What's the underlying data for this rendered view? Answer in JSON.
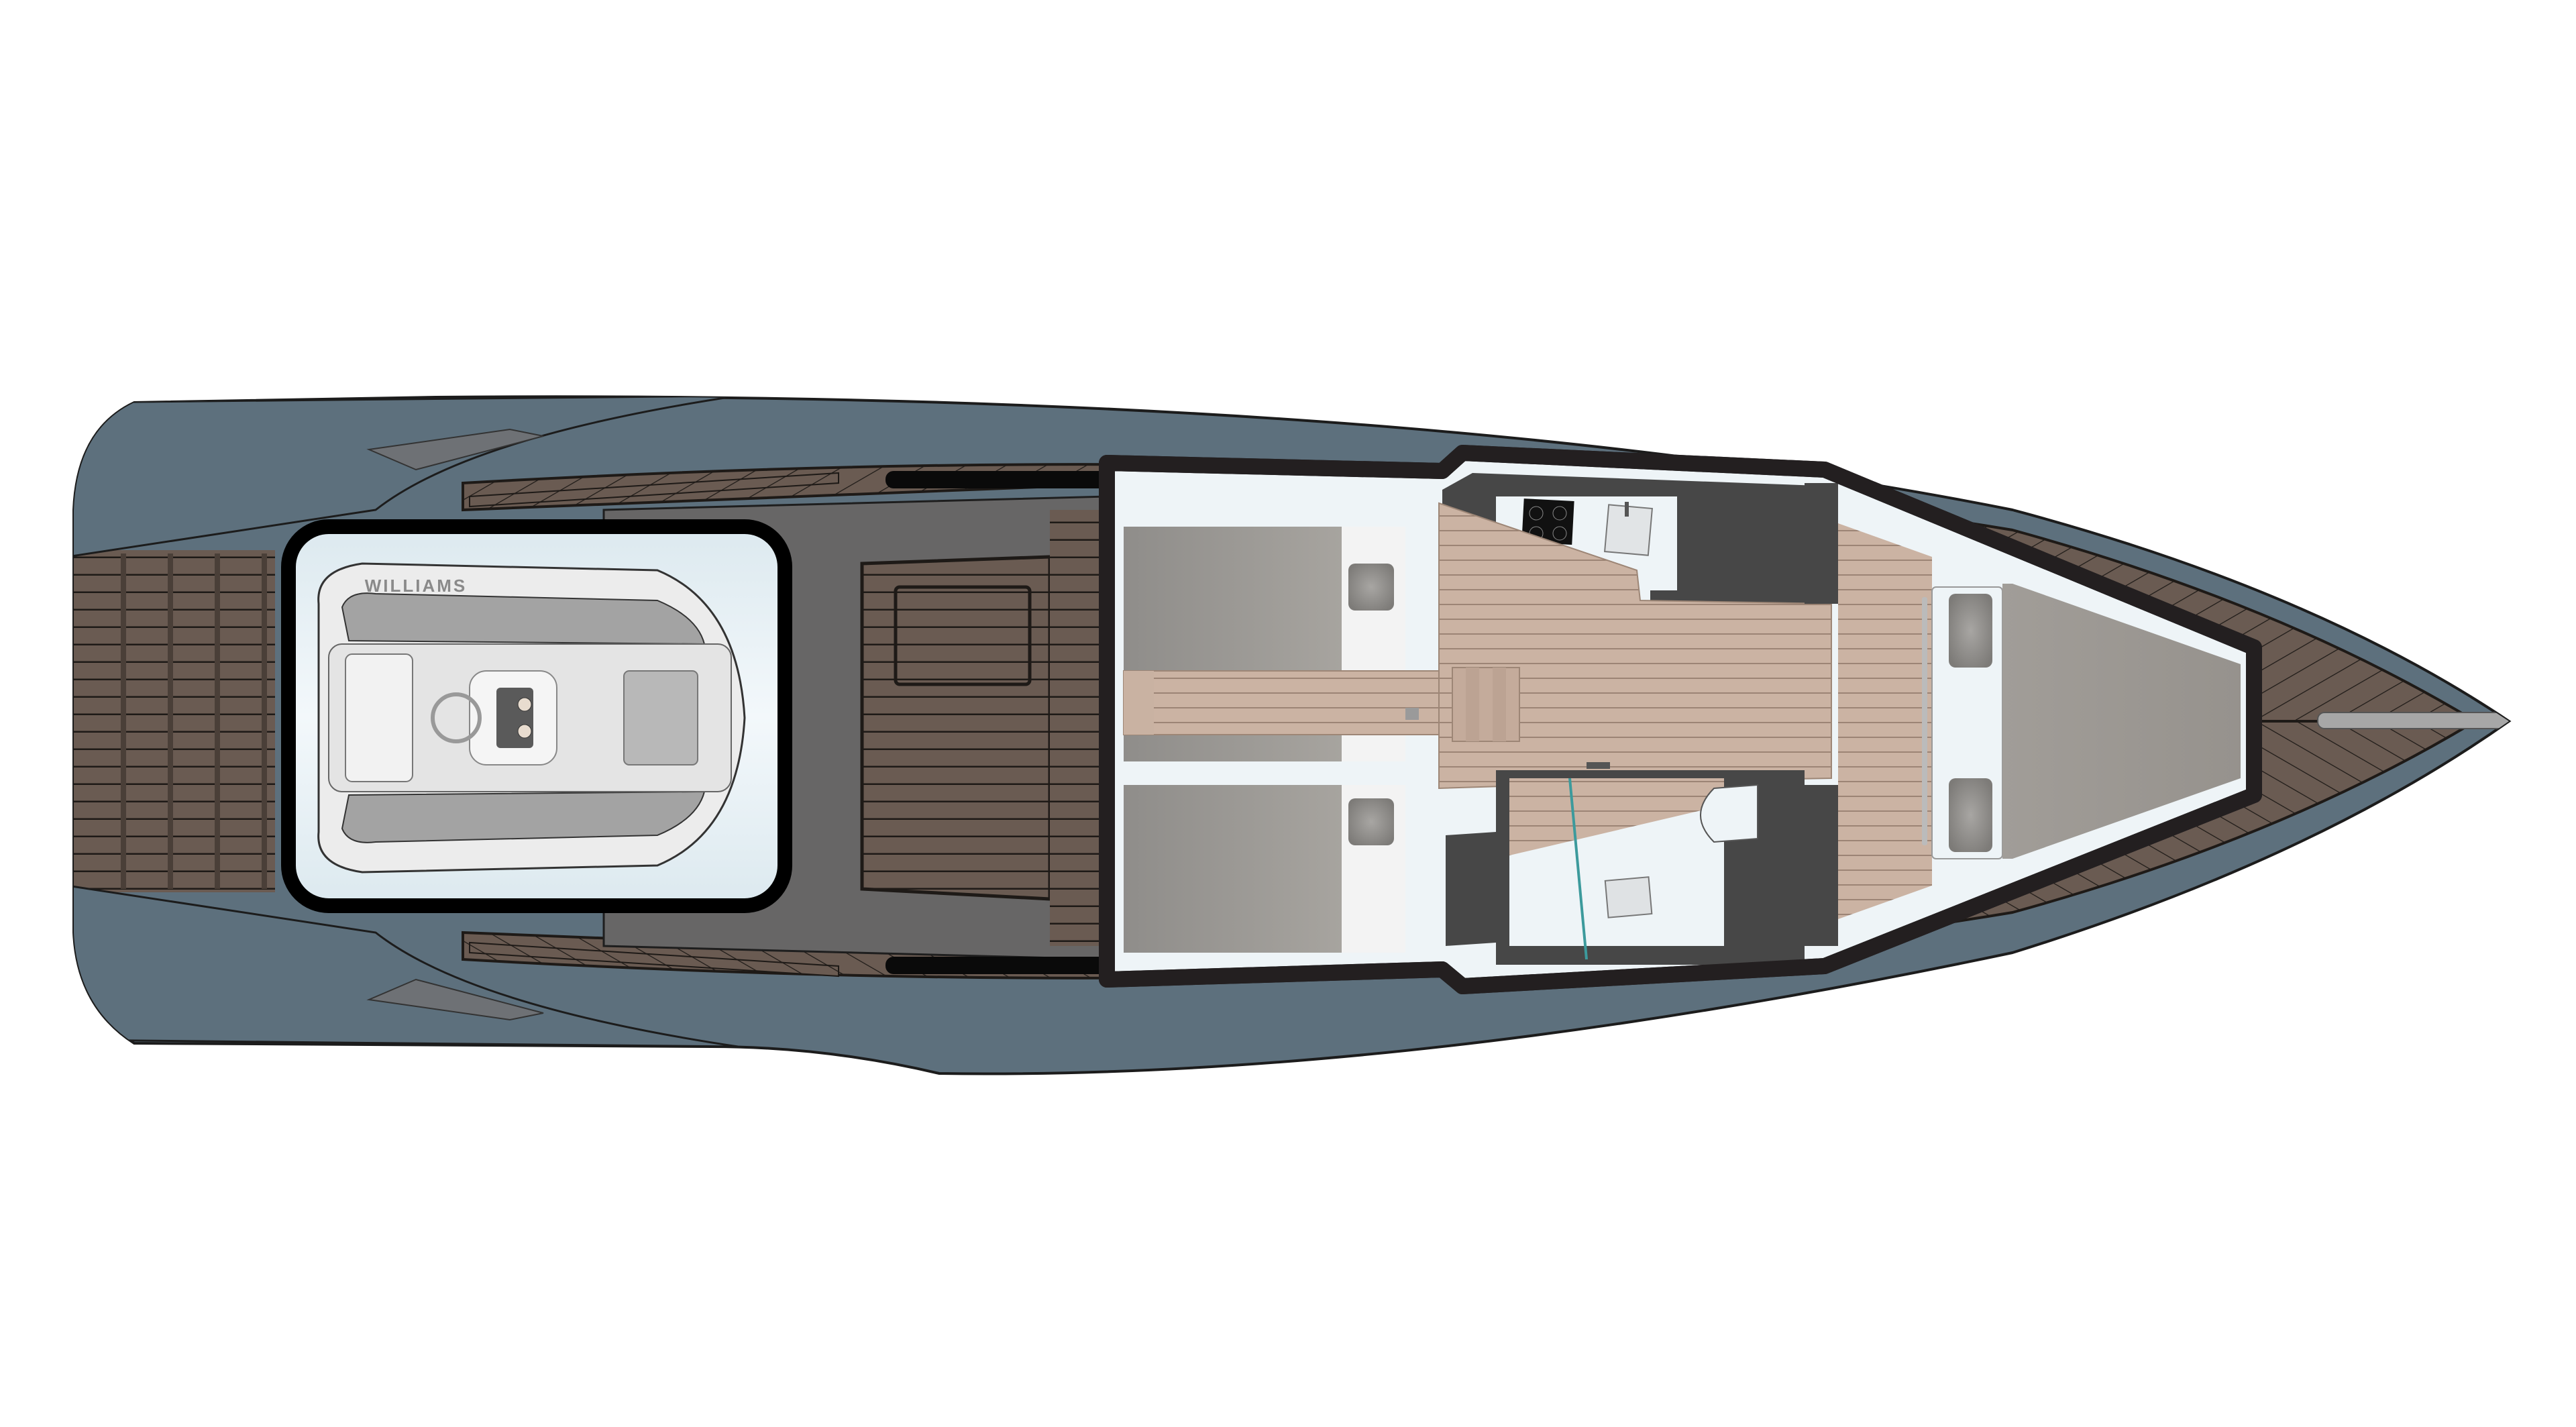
{
  "diagram": {
    "type": "yacht-deck-plan",
    "view": "top-down",
    "orientation": "bow-right",
    "colors": {
      "background": "#ffffff",
      "hull": "#5d707d",
      "hull_light": "#667a88",
      "teak_dark": "#6a5b52",
      "teak_seam": "#1e1a17",
      "cockpit_grey": "#676666",
      "cabin_frame": "#231f20",
      "cabin_wall": "#474747",
      "interior_floor": "#c9b2a2",
      "bed_grey": "#9f9c98",
      "bedside_white": "#eef4f7",
      "tender_white": "#ececec",
      "tender_grey": "#a3a3a3",
      "glass_partition": "#3c9a9c"
    },
    "zones": [
      {
        "id": "swim-platform",
        "label": "Swim platform / stern steps"
      },
      {
        "id": "tender-garage",
        "label": "Tender garage"
      },
      {
        "id": "aft-cockpit",
        "label": "Cockpit with sunpad"
      },
      {
        "id": "side-decks",
        "label": "Teak side decks"
      },
      {
        "id": "aft-cabins",
        "label": "Twin aft berths"
      },
      {
        "id": "companionway",
        "label": "Companionway steps"
      },
      {
        "id": "galley",
        "label": "Galley with 4-burner hob and sink"
      },
      {
        "id": "heads",
        "label": "Heads with shower, WC and basin"
      },
      {
        "id": "forward-cabin",
        "label": "Forward berth"
      },
      {
        "id": "foredeck",
        "label": "Teak foredeck with bow fitting"
      }
    ],
    "tender": {
      "brand_text": "WILLIAMS"
    }
  }
}
